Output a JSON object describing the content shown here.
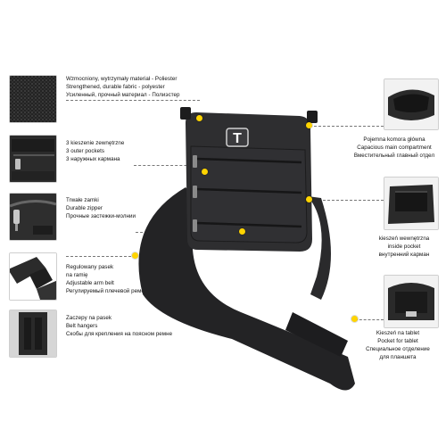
{
  "colors": {
    "accent": "#ffd400",
    "leader": "#777777",
    "bag": "#2b2b2d"
  },
  "bag": {
    "logo_letter": "T"
  },
  "features": {
    "fabric": [
      "Wzmocniony, wytrzymały materiał - Poliester",
      "Strengthened, durable fabric - polyester",
      "Усиленный, прочный материал - Полиэстер"
    ],
    "outer_pockets": [
      "3 kieszenie zewnętrzne",
      "3 outer pockets",
      "3 наружных кармана"
    ],
    "zippers": [
      "Trwałe zamki",
      "Durable zipper",
      "Прочные застежки-молнии"
    ],
    "strap": [
      "Regulowany pasek",
      "na ramię",
      "Adjustable arm belt",
      "Регулируемый плечевой ремень"
    ],
    "belt_hangers": [
      "Zaczepy na pasek",
      "Belt hangers",
      "Скобы для крепления на поясном ремне"
    ],
    "main_compartment": [
      "Pojemna komora główna",
      "Capacious main compartment",
      "Вместительный главный отдел"
    ],
    "inside_pocket": [
      "kieszeń wewnętrzna",
      "inside pocket",
      "внутренний карман"
    ],
    "tablet_pocket": [
      "Kieszeń na tablet",
      "Pocket for tablet",
      "Специальное отделение",
      "для планшета"
    ]
  }
}
